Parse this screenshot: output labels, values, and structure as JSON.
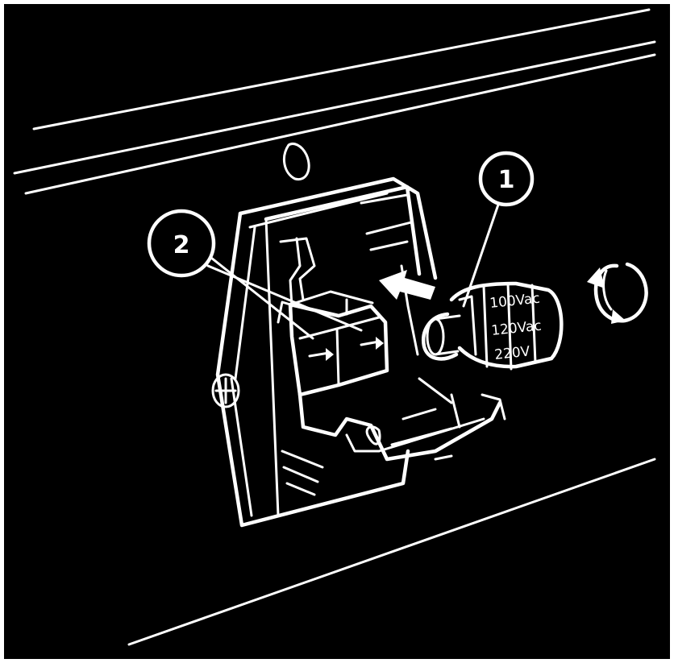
{
  "diagram": {
    "callouts": [
      {
        "id": "1",
        "label": "1"
      },
      {
        "id": "2",
        "label": "2"
      }
    ],
    "voltage_selector": {
      "labels": [
        "100Vac",
        "120Vac",
        "220V"
      ]
    },
    "colors": {
      "background": "#000000",
      "linework": "#ffffff",
      "border": "#ffffff"
    }
  }
}
